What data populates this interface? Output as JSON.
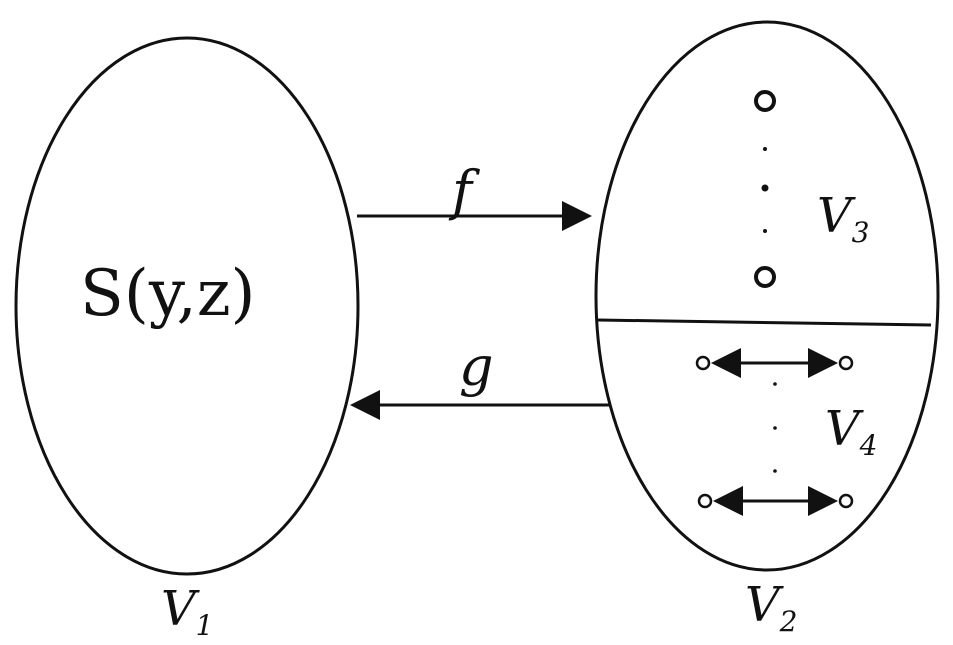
{
  "diagram": {
    "left_set": {
      "content": "S(y,z)",
      "label_main": "V",
      "label_sub": "1"
    },
    "right_set": {
      "label_main": "V",
      "label_sub": "2"
    },
    "upper_subset": {
      "label_main": "V",
      "label_sub": "3"
    },
    "lower_subset": {
      "label_main": "V",
      "label_sub": "4"
    },
    "map_top": "f",
    "map_bottom": "g"
  }
}
